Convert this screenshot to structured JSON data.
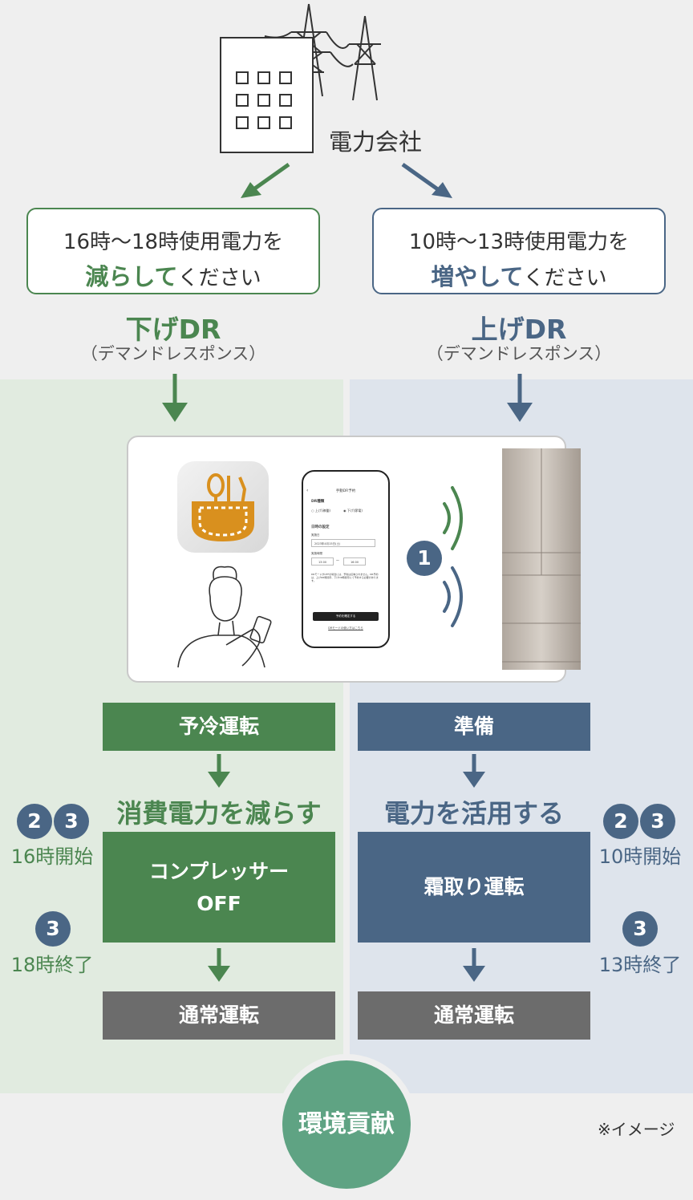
{
  "company": {
    "label": "電力会社"
  },
  "left": {
    "request_line1": "16時〜18時使用電力を",
    "request_highlight": "減らして",
    "request_rest": "ください",
    "dr_title": "下げDR",
    "dr_sub": "（デマンドレスポンス）",
    "step1": "予冷運転",
    "phase_title": "消費電力を減らす",
    "main_op": [
      "コンプレッサー",
      "OFF"
    ],
    "start_label": "16時開始",
    "end_label": "18時終了",
    "final_op": "通常運転",
    "accent": "#4b8650"
  },
  "right": {
    "request_line1": "10時〜13時使用電力を",
    "request_highlight": "増やして",
    "request_rest": "ください",
    "dr_title": "上げDR",
    "dr_sub": "（デマンドレスポンス）",
    "step1": "準備",
    "phase_title": "電力を活用する",
    "main_op": "霜取り運転",
    "start_label": "10時開始",
    "end_label": "13時終了",
    "final_op": "通常運転",
    "accent": "#4a6685"
  },
  "badges": {
    "one": "1",
    "two": "2",
    "three": "3"
  },
  "phone": {
    "header": "手動DR予約",
    "type_label": "DR種類",
    "opt_up": "上げ(稼働)",
    "opt_down": "下げ(節電)",
    "schedule_label": "日時の設定",
    "date_label": "実施日",
    "date_value": "2023年4月15日(土)",
    "time_label": "実施時間",
    "time_start": "13:00",
    "time_sep": "〜",
    "time_end": "16:00",
    "note": "DRモードがOFFの場合には、予約は反映されません。DR予約は、上げDR時間帯、下げDR時間帯にて予約する必要があります。",
    "confirm_button": "予約を確定する",
    "link": "DRモードの使い方はこちら"
  },
  "footer": {
    "contribution": "環境貢献",
    "note": "※イメージ"
  }
}
